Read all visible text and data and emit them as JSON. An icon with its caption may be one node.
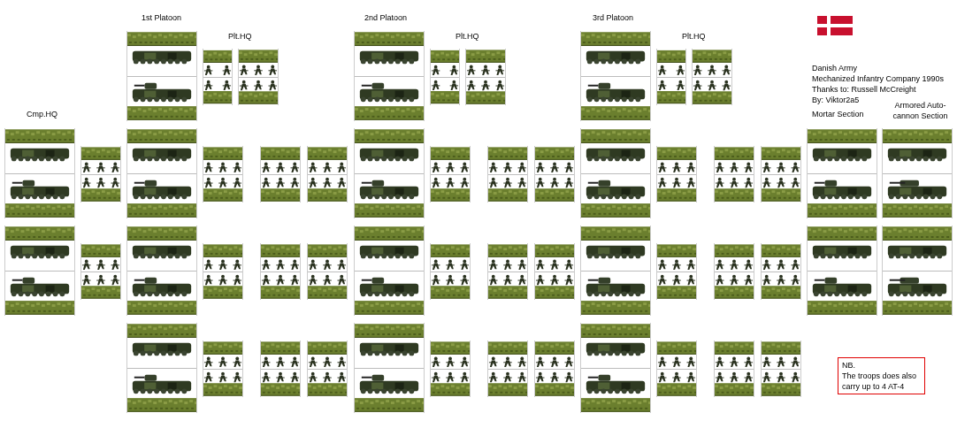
{
  "diagram": {
    "nodes": [
      {
        "text": [
          "NB.",
          "The troops does also carry up to 4 AT-4"
        ]
      }
    ],
    "labels": [
      "1st Platoon",
      "2nd Platoon",
      "3rd Platoon",
      "Plt.HQ",
      "Plt.HQ",
      "Plt.HQ",
      "Danish Army",
      "Mechanized Infantry Company 1990s",
      "Thanks to: Russell McCreight",
      "By: Viktor2a5",
      "Cmp.HQ",
      "Mortar Section",
      "Armored Auto-cannon Section"
    ]
  }
}
